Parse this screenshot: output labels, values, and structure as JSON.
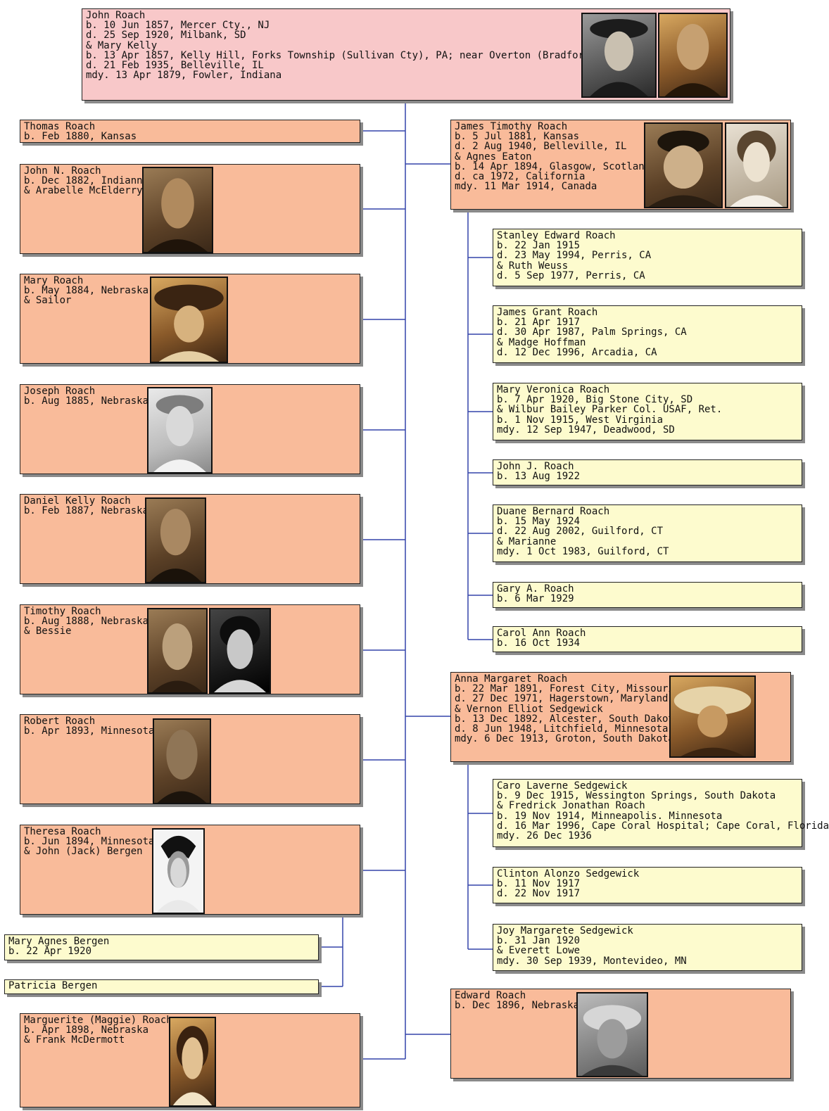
{
  "root": {
    "lines": [
      "John Roach",
      "b. 10 Jun 1857, Mercer Cty., NJ",
      "d. 25 Sep 1920, Milbank, SD",
      "& Mary Kelly",
      "b. 13 Apr 1857, Kelly Hill, Forks Township (Sullivan Cty), PA; near Overton (Bradford Cty)",
      "d. 21 Feb 1935, Belleville, IL",
      "mdy. 13 Apr 1879, Fowler, Indiana"
    ]
  },
  "children_left": [
    {
      "lines": [
        "Thomas Roach",
        "b. Feb 1880, Kansas"
      ]
    },
    {
      "lines": [
        "John N. Roach",
        "b. Dec 1882, Indianna",
        "& Arabelle McElderry"
      ]
    },
    {
      "lines": [
        "Mary Roach",
        "b. May 1884, Nebraska",
        "& Sailor"
      ]
    },
    {
      "lines": [
        "Joseph Roach",
        "b. Aug 1885, Nebraska"
      ]
    },
    {
      "lines": [
        "Daniel Kelly Roach",
        "b. Feb 1887, Nebraska"
      ]
    },
    {
      "lines": [
        "Timothy Roach",
        "b. Aug 1888, Nebraska",
        "& Bessie"
      ]
    },
    {
      "lines": [
        "Robert Roach",
        "b. Apr 1893, Minnesota"
      ]
    },
    {
      "lines": [
        "Theresa Roach",
        "b. Jun 1894, Minnesota",
        "& John (Jack) Bergen"
      ]
    },
    {
      "lines": [
        "Marguerite (Maggie) Roach",
        "b. Apr 1898, Nebraska",
        "& Frank McDermott"
      ]
    }
  ],
  "children_right": [
    {
      "lines": [
        "James Timothy Roach",
        "b. 5 Jul 1881, Kansas",
        "d. 2 Aug 1940, Belleville, IL",
        "& Agnes Eaton",
        "b. 14 Apr 1894, Glasgow, Scotland",
        "d. ca 1972, California",
        "mdy. 11 Mar 1914, Canada"
      ]
    },
    {
      "lines": [
        "Anna Margaret Roach",
        "b. 22 Mar 1891, Forest City, Missouri",
        "d. 27 Dec 1971, Hagerstown, Maryland",
        "& Vernon Elliot Sedgewick",
        "b. 13 Dec 1892, Alcester, South Dakota",
        "d. 8 Jun 1948, Litchfield, Minnesota",
        "mdy. 6 Dec 1913, Groton, South Dakota"
      ]
    },
    {
      "lines": [
        "Edward Roach",
        "b. Dec 1896, Nebraska"
      ]
    }
  ],
  "grandchildren_james": [
    {
      "lines": [
        "Stanley Edward Roach",
        "b. 22 Jan 1915",
        "d. 23 May 1994, Perris, CA",
        "& Ruth Weuss",
        "d. 5 Sep 1977, Perris, CA"
      ]
    },
    {
      "lines": [
        "James Grant Roach",
        "b. 21 Apr 1917",
        "d. 30 Apr 1987, Palm Springs, CA",
        "& Madge Hoffman",
        "d. 12 Dec 1996, Arcadia, CA"
      ]
    },
    {
      "lines": [
        "Mary Veronica Roach",
        "b. 7 Apr 1920, Big Stone City, SD",
        "& Wilbur Bailey Parker Col. USAF, Ret.",
        "b. 1 Nov 1915, West Virginia",
        "mdy. 12 Sep 1947, Deadwood, SD"
      ]
    },
    {
      "lines": [
        "John J. Roach",
        "b. 13 Aug 1922"
      ]
    },
    {
      "lines": [
        "Duane Bernard Roach",
        "b. 15 May 1924",
        "d. 22 Aug 2002, Guilford, CT",
        "& Marianne",
        "mdy. 1 Oct 1983, Guilford, CT"
      ]
    },
    {
      "lines": [
        "Gary A. Roach",
        "b. 6 Mar 1929"
      ]
    },
    {
      "lines": [
        "Carol Ann Roach",
        "b. 16 Oct 1934"
      ]
    }
  ],
  "grandchildren_anna": [
    {
      "lines": [
        "Caro Laverne Sedgewick",
        "b. 9 Dec 1915, Wessington Springs, South Dakota",
        "& Fredrick Jonathan Roach",
        "b. 19 Nov 1914, Minneapolis. Minnesota",
        "d. 16 Mar 1996, Cape Coral Hospital; Cape Coral, Florida",
        "mdy. 26 Dec 1936"
      ]
    },
    {
      "lines": [
        "Clinton Alonzo Sedgewick",
        "b. 11 Nov 1917",
        "d. 22 Nov 1917"
      ]
    },
    {
      "lines": [
        "Joy Margarete Sedgewick",
        "b. 31 Jan 1920",
        "& Everett Lowe",
        "mdy. 30 Sep 1939, Montevideo, MN"
      ]
    }
  ],
  "grandchildren_theresa": [
    {
      "lines": [
        "Mary Agnes Bergen",
        "b. 22 Apr 1920"
      ]
    },
    {
      "lines": [
        "Patricia Bergen"
      ]
    }
  ],
  "colors": {
    "root_fill": "#f8c8c9",
    "child_fill": "#f9bb9a",
    "grandchild_fill": "#fdfbce",
    "connector": "#3344aa",
    "shadow": "#8a8a8a"
  }
}
